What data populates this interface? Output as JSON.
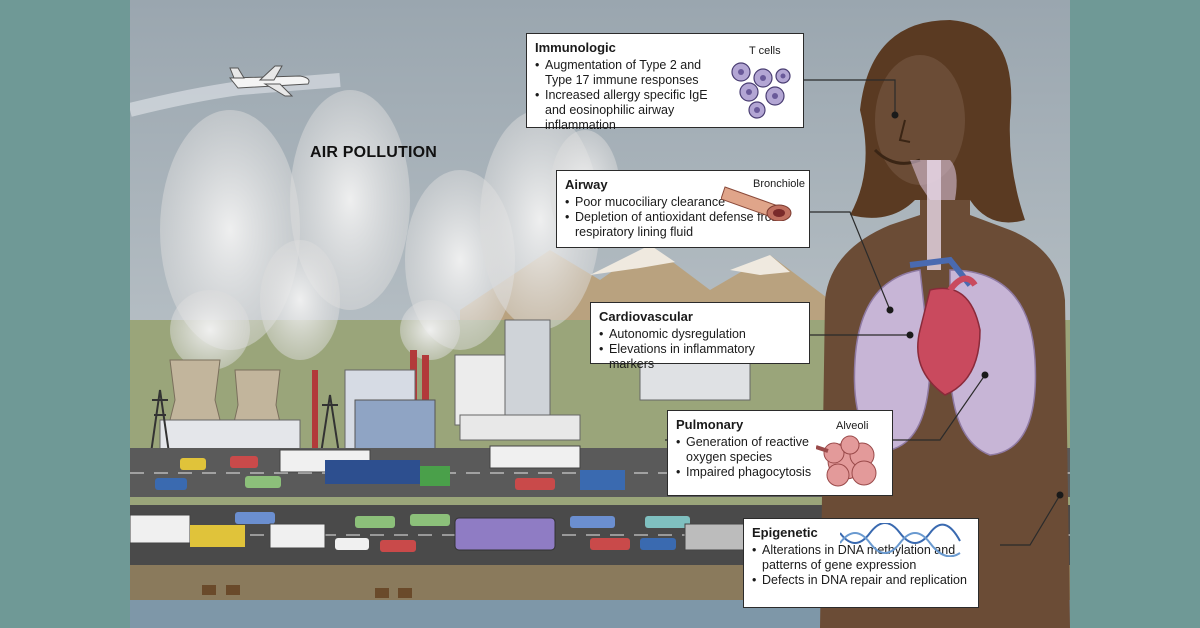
{
  "title": "AIR POLLUTION",
  "immunologic": {
    "heading": "Immunologic",
    "bullets": [
      "Augmentation of Type 2 and Type 17 immune responses",
      "Increased allergy specific IgE and eosinophilic airway inflammation"
    ],
    "image_label": "T cells"
  },
  "airway": {
    "heading": "Airway",
    "bullets": [
      "Poor mucociliary clearance",
      "Depletion of antioxidant defense from respiratory lining fluid"
    ],
    "image_label": "Bronchiole"
  },
  "cardiovascular": {
    "heading": "Cardiovascular",
    "bullets": [
      "Autonomic dysregulation",
      "Elevations in inflammatory markers"
    ]
  },
  "pulmonary": {
    "heading": "Pulmonary",
    "bullets": [
      "Generation of reactive oxygen species",
      "Impaired phagocytosis"
    ],
    "image_label": "Alveoli"
  },
  "epigenetic": {
    "heading": "Epigenetic",
    "bullets": [
      "Alterations in DNA methylation and patterns of gene expression",
      "Defects in DNA repair and replication"
    ]
  },
  "colors": {
    "frame": "#6f9996",
    "sky": "#a9b4bd",
    "skin": "#6b4c36",
    "hair": "#5a3a22",
    "lung": "#c7b5d6",
    "heart": "#c94a5e",
    "road": "#4a4a4a"
  }
}
